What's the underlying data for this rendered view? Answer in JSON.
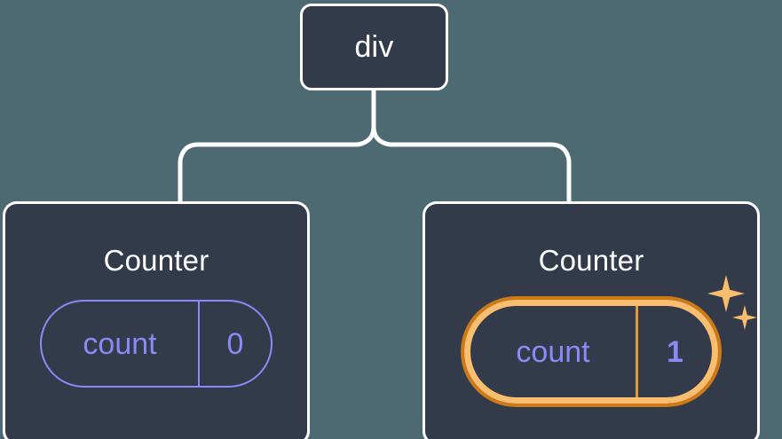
{
  "diagram": {
    "title": "React component tree with highlighted state",
    "background_color": "#4d6a72",
    "node_fill_color": "#333b4a",
    "node_border_color": "#ffffff",
    "state_color": "#8a8af7",
    "highlight_color": "#f9be70",
    "highlight_ring_color": "#ce7a16",
    "sparkle_color": "#f9bd6d"
  },
  "root": {
    "label": "div"
  },
  "children": [
    {
      "label": "Counter",
      "state": {
        "key": "count",
        "value": "0"
      },
      "highlighted": false,
      "sparkles": false
    },
    {
      "label": "Counter",
      "state": {
        "key": "count",
        "value": "1"
      },
      "highlighted": true,
      "sparkles": true
    }
  ],
  "icons": {
    "sparkle_large": "sparkle-icon",
    "sparkle_small": "sparkle-icon"
  }
}
